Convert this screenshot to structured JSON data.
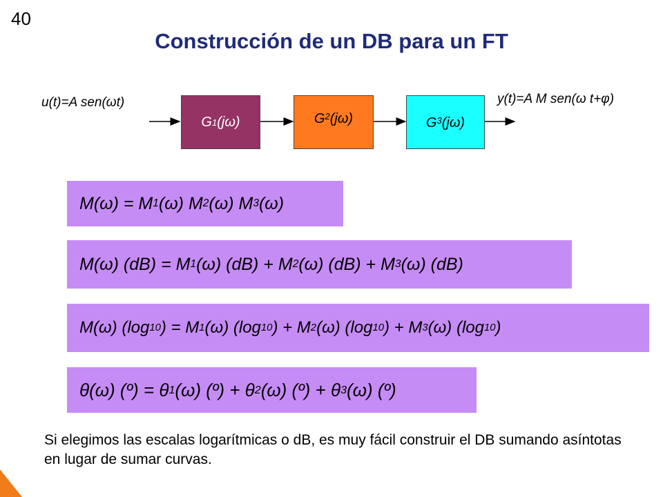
{
  "slide_number": "40",
  "title": "Construcción de un DB para un FT",
  "diagram": {
    "input_label": "u(t)=A sen(ωt)",
    "output_label": "y(t)=A M sen(ω t+φ)",
    "blocks": [
      {
        "label": "G1(jω)",
        "text": "G",
        "sub": "1",
        "rest": "(jω)",
        "color": "#953365"
      },
      {
        "label": "G2(jω)",
        "text": "G",
        "sub": "2",
        "rest": "(jω)",
        "color": "#ff7a1f"
      },
      {
        "label": "G3(jω)",
        "text": "G",
        "sub": "3",
        "rest": "(jω)",
        "color": "#1affff"
      }
    ]
  },
  "equations": {
    "eq1": {
      "a": "M(ω) = M",
      "s1": "1",
      "b": "(ω) M",
      "s2": "2",
      "c": "(ω) M",
      "s3": "3",
      "d": "(ω)"
    },
    "eq2": {
      "a": "M(ω) (dB) = M",
      "s1": "1",
      "b": "(ω) (dB) + M",
      "s2": "2",
      "c": "(ω) (dB) + M",
      "s3": "3",
      "d": "(ω) (dB)"
    },
    "eq3": {
      "a": "M(ω) (log",
      "s0": "10",
      "a2": ") = M",
      "s1": "1",
      "b": "(ω) (log",
      "s1b": "10",
      "b2": ") + M",
      "s2": "2",
      "c": "(ω) (log",
      "s2b": "10",
      "c2": ") + M",
      "s3": "3",
      "d": "(ω) (log",
      "s3b": "10",
      "d2": ")"
    },
    "eq4": {
      "a": "θ(ω) (º) = θ",
      "s1": "1",
      "b": "(ω) (º) + θ",
      "s2": "2",
      "c": "(ω) (º) + θ",
      "s3": "3",
      "d": "(ω) (º)"
    }
  },
  "note": "Si elegimos las escalas logarítmicas o dB, es muy fácil construir el DB sumando asíntotas en lugar de sumar curvas.",
  "colors": {
    "title": "#1f2a7a",
    "equation_bg": "#c68cf6",
    "corner": "#f07d1a"
  }
}
